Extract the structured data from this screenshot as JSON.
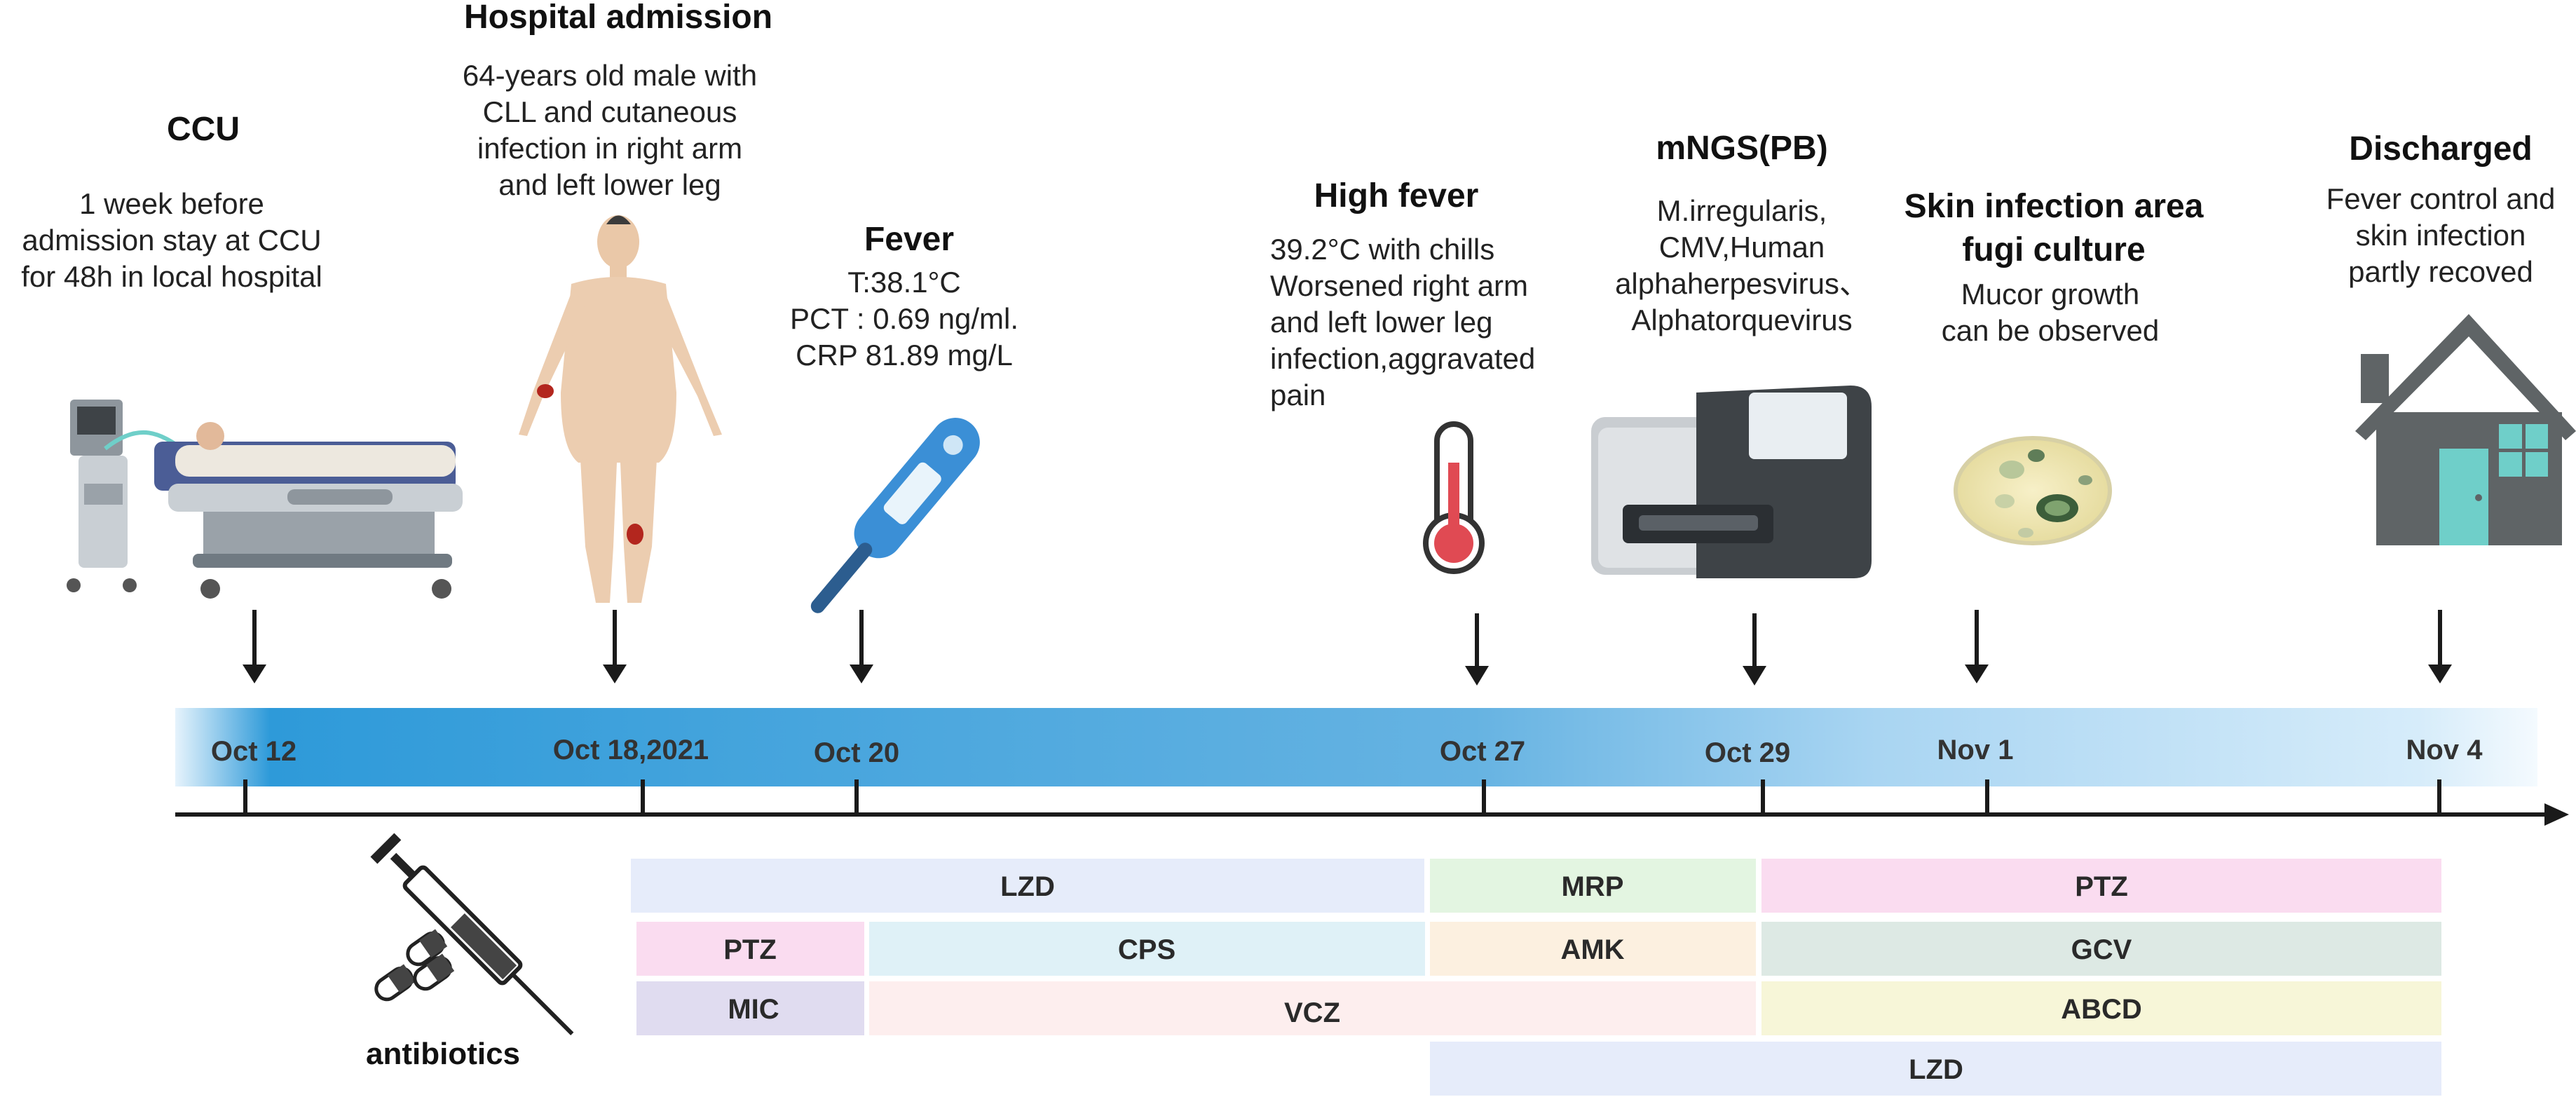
{
  "events": {
    "ccu": {
      "title": "CCU",
      "lines": [
        "1  week before",
        "admission stay at  CCU",
        "for 48h in local hospital"
      ]
    },
    "admission": {
      "title": "Hospital admission",
      "lines": [
        "64-years old male with",
        "CLL and cutaneous",
        "infection in right arm",
        "and left lower leg"
      ]
    },
    "fever": {
      "title": "Fever",
      "lines": [
        "T:38.1°C",
        "PCT : 0.69 ng/ml.",
        " CRP 81.89 mg/L"
      ]
    },
    "high_fever": {
      "title": "High fever",
      "lines": [
        "39.2°C with chills",
        "Worsened right arm",
        "and left lower leg",
        "infection,aggravated",
        "pain"
      ]
    },
    "mngs": {
      "title": "mNGS(PB)",
      "lines": [
        "M.irregularis,",
        "CMV,Human",
        "alphaherpesvirus、",
        "Alphatorquevirus"
      ]
    },
    "culture": {
      "title_lines": [
        "Skin infection area",
        "fugi culture"
      ],
      "lines": [
        "Mucor growth",
        "can be observed"
      ]
    },
    "discharged": {
      "title": "Discharged",
      "lines": [
        "Fever control and",
        "skin infection",
        "partly recoved"
      ]
    }
  },
  "timeline": {
    "dates": [
      "Oct 12",
      "Oct 18,2021",
      "Oct 20",
      "Oct 27",
      "Oct 29",
      "Nov 1",
      "Nov  4"
    ]
  },
  "antibiotics_label": "antibiotics",
  "regimens": [
    {
      "name": "LZD",
      "color": "#e6ecfa"
    },
    {
      "name": "MRP",
      "color": "#e3f5e1"
    },
    {
      "name": "PTZ",
      "color": "#fadcf0"
    },
    {
      "name": "PTZ",
      "color": "#fadcf0"
    },
    {
      "name": "CPS",
      "color": "#dff1f7"
    },
    {
      "name": "AMK",
      "color": "#fcf0e0"
    },
    {
      "name": "GCV",
      "color": "#dde9e4"
    },
    {
      "name": "MIC",
      "color": "#e0dcf0"
    },
    {
      "name": "VCZ",
      "color": "#fdeeee"
    },
    {
      "name": "ABCD",
      "color": "#f7f6d8"
    },
    {
      "name": "LZD",
      "color": "#e6ecfa"
    }
  ],
  "colors": {
    "timeline_blue": "#2e9ad9",
    "timeline_light": "#d6ecfa",
    "arrow": "#1a1a1a",
    "house": "#5f6466",
    "house_door": "#6fcfc9",
    "thermometer_red": "#e04a53",
    "thermometer_blue": "#3b8fd6"
  }
}
